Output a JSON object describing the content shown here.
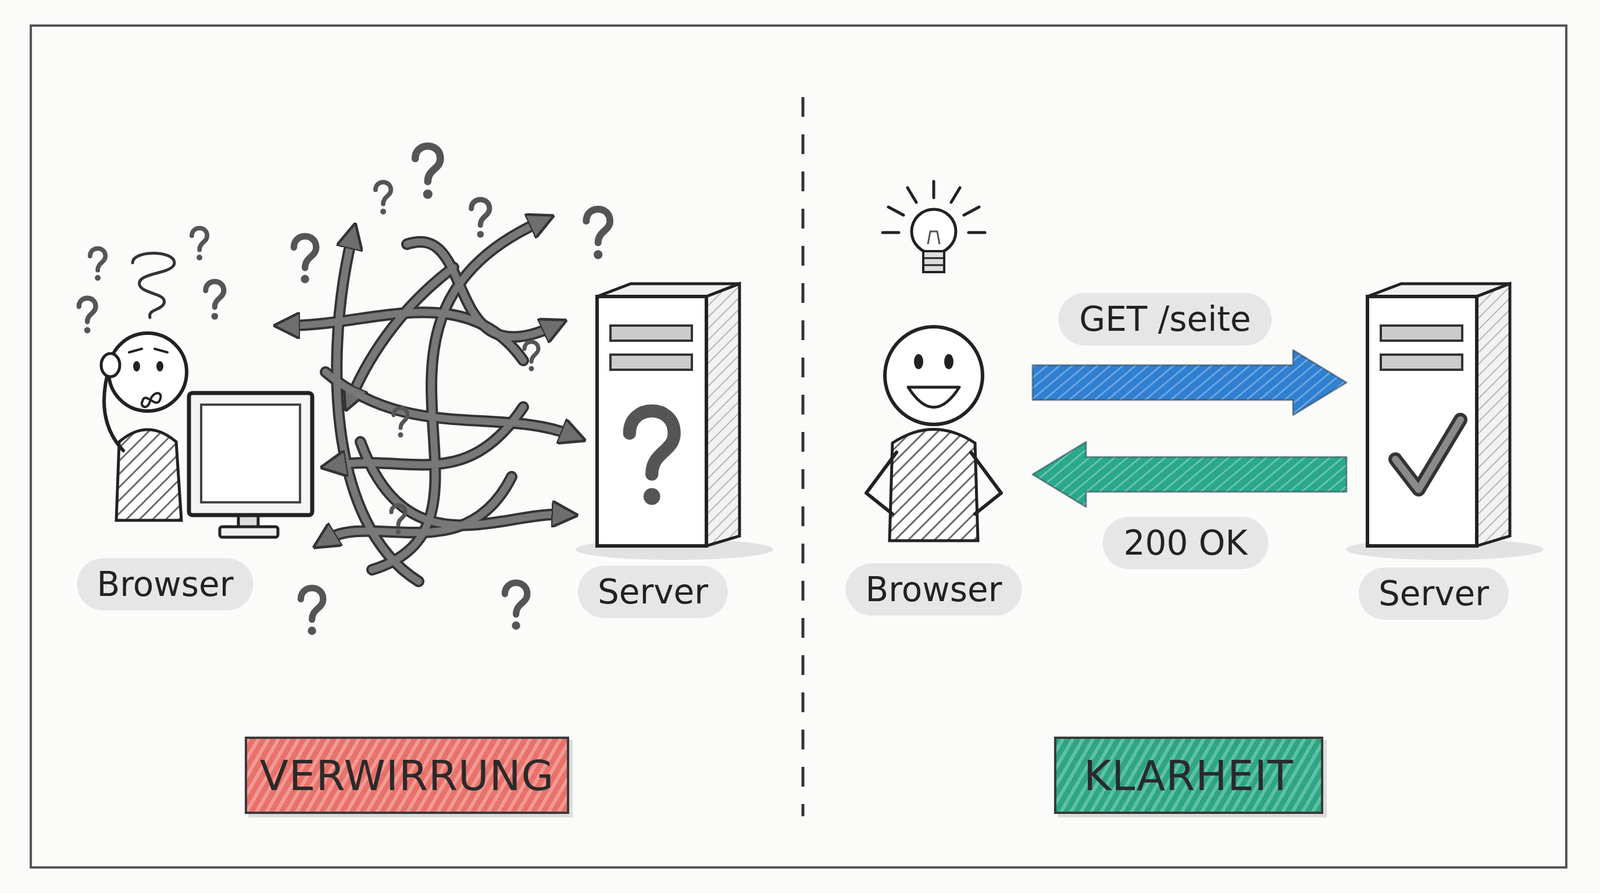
{
  "diagram": {
    "nodes": [
      {
        "text": [
          "Browser"
        ]
      },
      {
        "text": [
          "Server"
        ]
      },
      {
        "text": [
          "Browser"
        ]
      },
      {
        "text": [
          "Server"
        ]
      },
      {
        "text": [
          "VERWIRRUNG"
        ]
      },
      {
        "text": [
          "KLARHEIT"
        ]
      }
    ],
    "edges": [
      {
        "from": 2,
        "to": 3,
        "label": "GET /seite",
        "arrow": "to"
      },
      {
        "from": 3,
        "to": 2,
        "label": "200 OK",
        "arrow": "to"
      }
    ]
  }
}
